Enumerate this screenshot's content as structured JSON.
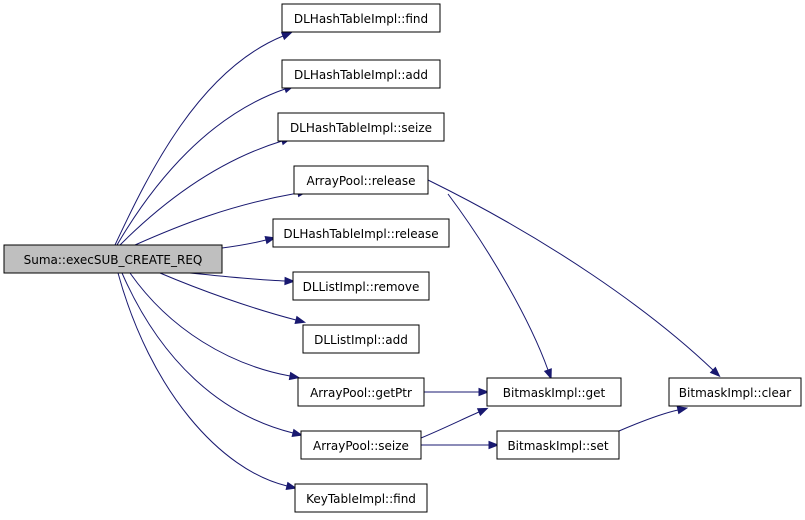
{
  "graph": {
    "edge_color": "#191970",
    "root_fill": "#bfbfbf",
    "nodes": [
      {
        "id": "exec",
        "label": "Suma::execSUB_CREATE_REQ",
        "root": true
      },
      {
        "id": "dlh_find",
        "label": "DLHashTableImpl::find"
      },
      {
        "id": "dlh_add",
        "label": "DLHashTableImpl::add"
      },
      {
        "id": "dlh_seize",
        "label": "DLHashTableImpl::seize"
      },
      {
        "id": "ap_release",
        "label": "ArrayPool::release"
      },
      {
        "id": "dlh_release",
        "label": "DLHashTableImpl::release"
      },
      {
        "id": "dll_remove",
        "label": "DLListImpl::remove"
      },
      {
        "id": "dll_add",
        "label": "DLListImpl::add"
      },
      {
        "id": "ap_getptr",
        "label": "ArrayPool::getPtr"
      },
      {
        "id": "ap_seize",
        "label": "ArrayPool::seize"
      },
      {
        "id": "kt_find",
        "label": "KeyTableImpl::find"
      },
      {
        "id": "bm_get",
        "label": "BitmaskImpl::get"
      },
      {
        "id": "bm_set",
        "label": "BitmaskImpl::set"
      },
      {
        "id": "bm_clear",
        "label": "BitmaskImpl::clear"
      }
    ],
    "edges": [
      {
        "from": "exec",
        "to": "dlh_find"
      },
      {
        "from": "exec",
        "to": "dlh_add"
      },
      {
        "from": "exec",
        "to": "dlh_seize"
      },
      {
        "from": "exec",
        "to": "ap_release"
      },
      {
        "from": "exec",
        "to": "dlh_release"
      },
      {
        "from": "exec",
        "to": "dll_remove"
      },
      {
        "from": "exec",
        "to": "dll_add"
      },
      {
        "from": "exec",
        "to": "ap_getptr"
      },
      {
        "from": "exec",
        "to": "ap_seize"
      },
      {
        "from": "exec",
        "to": "kt_find"
      },
      {
        "from": "ap_release",
        "to": "bm_get"
      },
      {
        "from": "ap_release",
        "to": "bm_clear"
      },
      {
        "from": "ap_getptr",
        "to": "bm_get"
      },
      {
        "from": "ap_seize",
        "to": "bm_get"
      },
      {
        "from": "ap_seize",
        "to": "bm_set"
      },
      {
        "from": "bm_set",
        "to": "bm_clear"
      }
    ]
  }
}
